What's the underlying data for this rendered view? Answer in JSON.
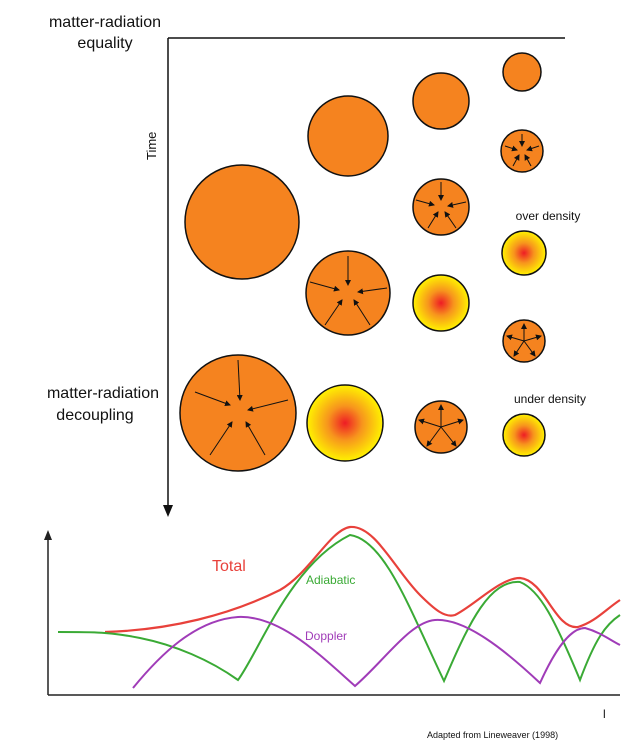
{
  "labels": {
    "equality_line1": "matter-radiation",
    "equality_line2": "equality",
    "time": "Time",
    "decoupling_line1": "matter-radiation",
    "decoupling_line2": "decoupling",
    "over_density": "over density",
    "under_density": "under density",
    "total": "Total",
    "adiabatic": "Adiabatic",
    "doppler": "Doppler",
    "credit": "Adapted from Lineweaver (1998)",
    "x_tick": "l"
  },
  "colors": {
    "blob_fill": "#f5831f",
    "blob_stroke": "#111111",
    "hot_center": "#ee1c25",
    "hot_mid": "#f7941d",
    "hot_edge": "#fff200",
    "total_curve": "#e8413b",
    "adiabatic_curve": "#3aaa35",
    "doppler_curve": "#a03cb8",
    "axis": "#222222"
  },
  "legend_text_colors": {
    "total": "#e8413b",
    "adiabatic": "#3aaa35",
    "doppler": "#a03cb8"
  }
}
